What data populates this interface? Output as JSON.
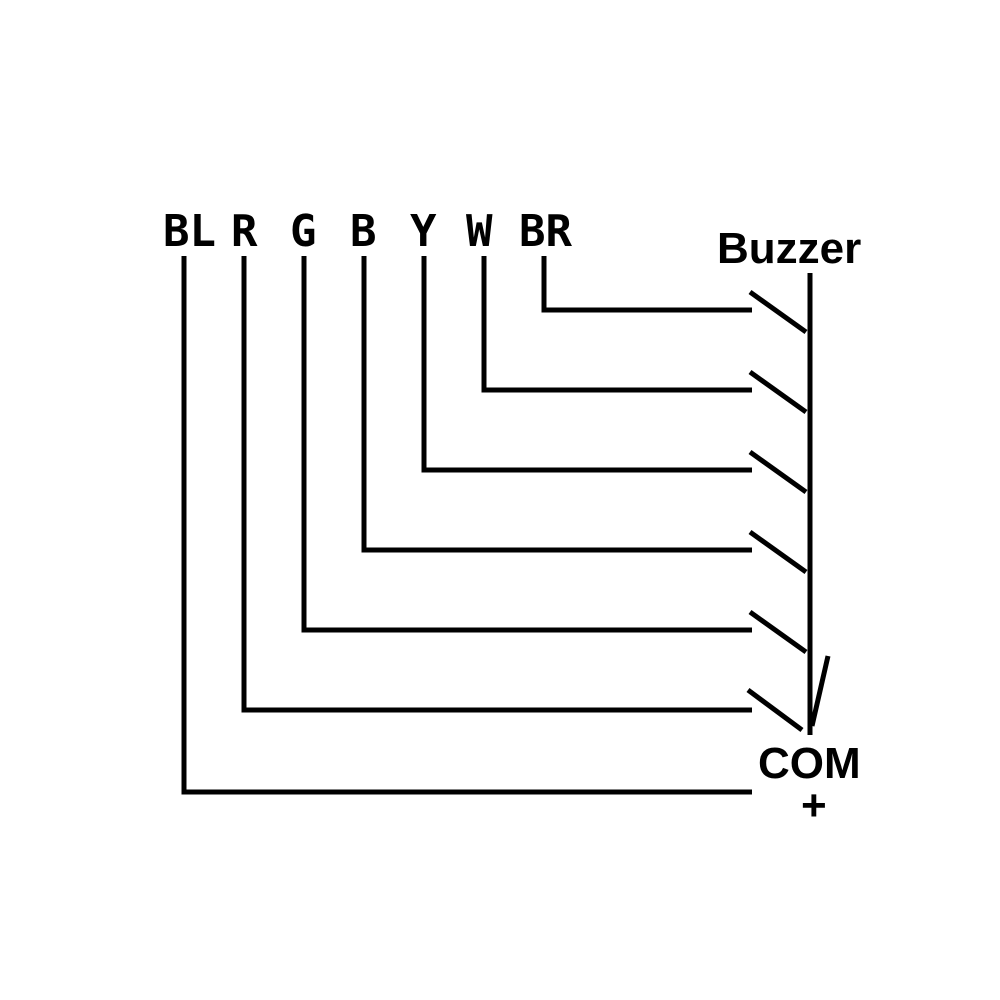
{
  "diagram": {
    "title": "Buzzer",
    "common_label": "COM",
    "polarity_label": "+",
    "wire_labels": [
      "BL",
      "R",
      "G",
      "B",
      "Y",
      "W",
      "BR"
    ]
  },
  "colors": {
    "background": "#ffffff",
    "ink": "#000000"
  }
}
